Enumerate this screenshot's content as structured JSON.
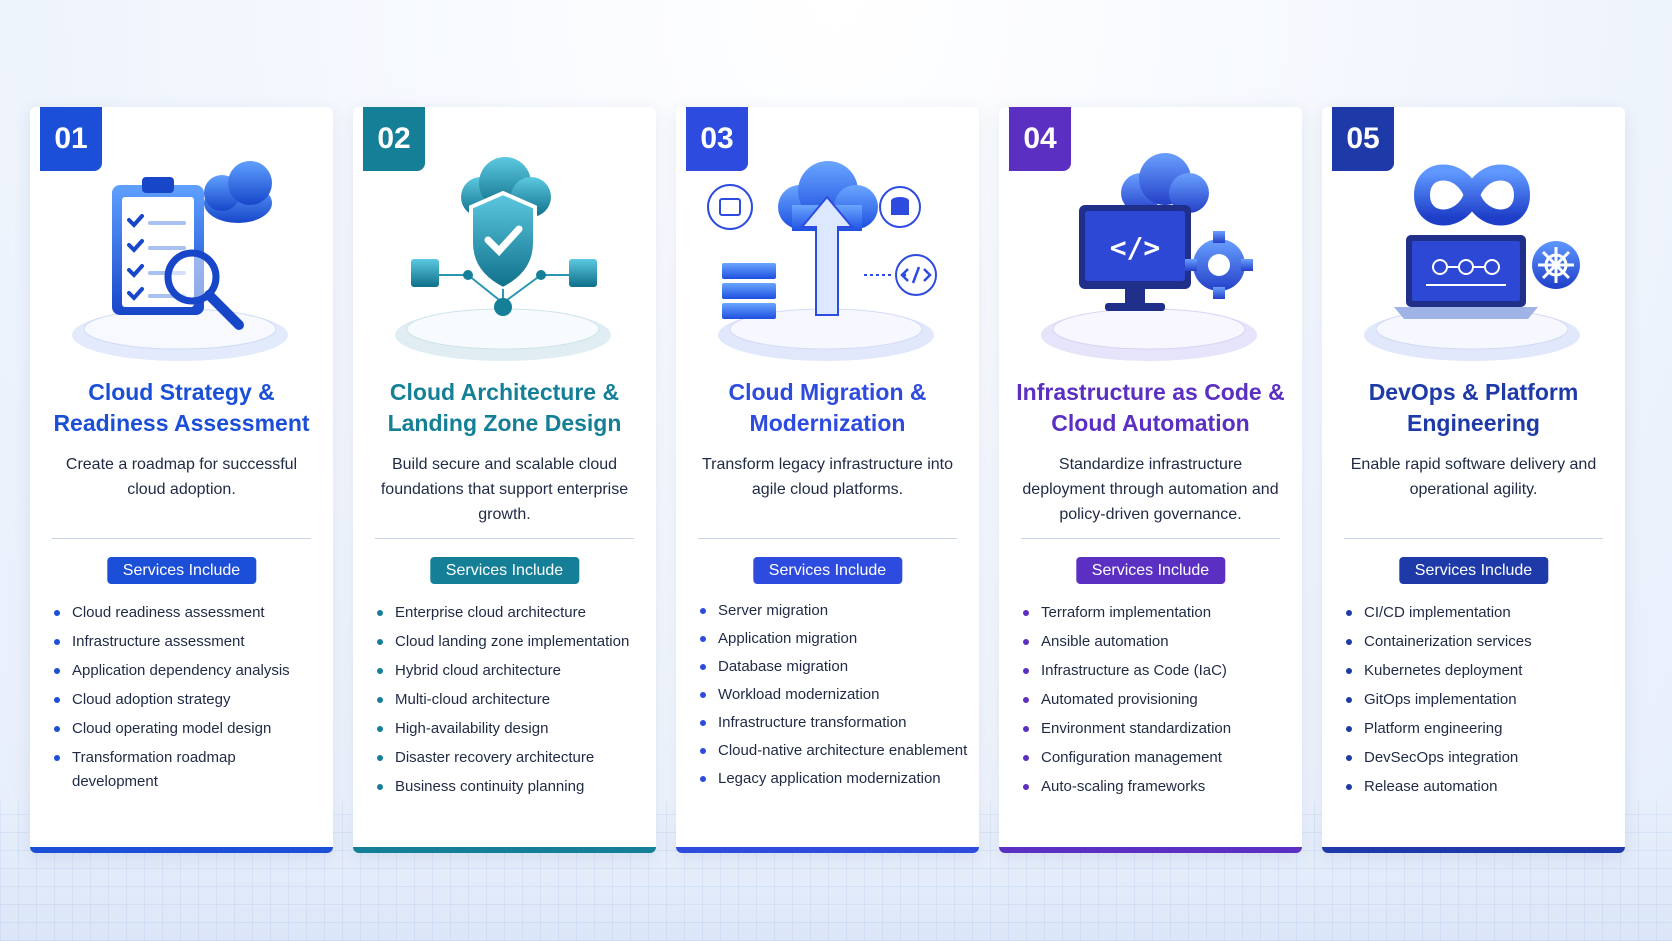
{
  "colors": {
    "blue": "#1c4fd8",
    "teal": "#157f97",
    "indigo": "#2e4be0",
    "purple": "#5a2fc2",
    "navy": "#1e3aa8"
  },
  "cards": [
    {
      "number": "01",
      "title_line1": "Cloud Strategy &",
      "title_line2": "Readiness Assessment",
      "description": "Create a roadmap for successful cloud adoption.",
      "pill": "Services Include",
      "icon": "clipboard-checklist-magnifier-cloud-icon",
      "accent": "#1c4fd8",
      "items": [
        "Cloud readiness assessment",
        "Infrastructure assessment",
        "Application dependency analysis",
        "Cloud adoption strategy",
        "Cloud operating model design",
        "Transformation roadmap development"
      ]
    },
    {
      "number": "02",
      "title_line1": "Cloud Architecture &",
      "title_line2": "Landing Zone Design",
      "description": "Build secure and scalable cloud foundations that support enterprise growth.",
      "pill": "Services Include",
      "icon": "shield-cloud-network-icon",
      "accent": "#157f97",
      "items": [
        "Enterprise cloud architecture",
        "Cloud landing zone implementation",
        "Hybrid cloud architecture",
        "Multi-cloud architecture",
        "High-availability design",
        "Disaster recovery architecture",
        "Business continuity planning"
      ]
    },
    {
      "number": "03",
      "title_line1": "Cloud Migration &",
      "title_line2": "Modernization",
      "description": "Transform legacy infrastructure into agile cloud platforms.",
      "pill": "Services Include",
      "icon": "cloud-upload-servers-icon",
      "accent": "#2e4be0",
      "items": [
        "Server migration",
        "Application migration",
        "Database migration",
        "Workload modernization",
        "Infrastructure transformation",
        "Cloud-native architecture enablement",
        "Legacy application modernization"
      ]
    },
    {
      "number": "04",
      "title_line1": "Infrastructure as Code &",
      "title_line2": "Cloud Automation",
      "description": "Standardize infrastructure deployment through automation and policy-driven governance.",
      "pill": "Services Include",
      "icon": "code-monitor-gear-cloud-icon",
      "accent": "#5a2fc2",
      "items": [
        "Terraform implementation",
        "Ansible automation",
        "Infrastructure as Code (IaC)",
        "Automated provisioning",
        "Environment standardization",
        "Configuration management",
        "Auto-scaling frameworks"
      ]
    },
    {
      "number": "05",
      "title_line1": "DevOps & Platform",
      "title_line2": "Engineering",
      "description": "Enable rapid software delivery and operational agility.",
      "pill": "Services Include",
      "icon": "devops-infinity-laptop-kubernetes-icon",
      "accent": "#1e3aa8",
      "items": [
        "CI/CD implementation",
        "Containerization services",
        "Kubernetes deployment",
        "GitOps implementation",
        "Platform engineering",
        "DevSecOps integration",
        "Release automation"
      ]
    }
  ]
}
